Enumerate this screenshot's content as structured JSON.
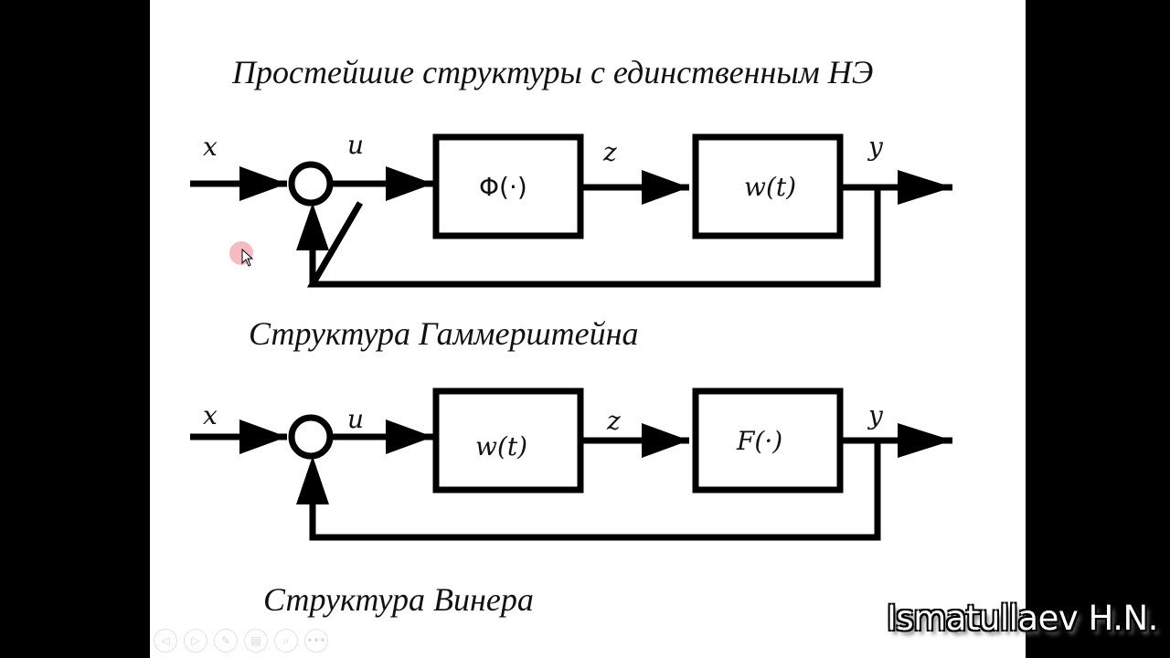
{
  "slide": {
    "title": "Простейшие структуры с единственным НЭ",
    "diagrams": [
      {
        "caption": "Структура Гаммерштейна",
        "input_label": "x",
        "sum_output_label": "u",
        "block1": "Φ(·)",
        "middle_label": "z",
        "block2": "w(t)",
        "output_label": "y"
      },
      {
        "caption": "Структура Винера",
        "input_label": "x",
        "sum_output_label": "u",
        "block1": "w(t)",
        "middle_label": "z",
        "block2": "F(·)",
        "output_label": "y"
      }
    ]
  },
  "nav_controls": [
    {
      "name": "previous",
      "glyph": "◁"
    },
    {
      "name": "next",
      "glyph": "▷"
    },
    {
      "name": "pen",
      "glyph": "✎"
    },
    {
      "name": "slides",
      "glyph": "▤"
    },
    {
      "name": "zoom",
      "glyph": "⌕"
    },
    {
      "name": "more",
      "glyph": "•••"
    }
  ],
  "watermark": "Ismatullaev H.N."
}
